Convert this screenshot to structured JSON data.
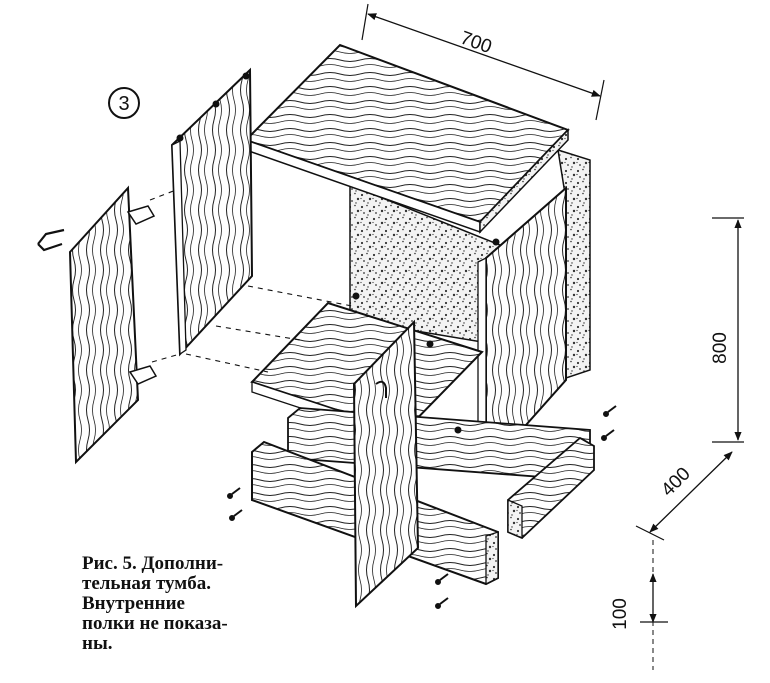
{
  "figure": {
    "number_badge": "3",
    "caption": [
      "Рис. 5. Дополни-",
      "тельная тумба.",
      "Внутренние",
      "полки не показа-",
      "ны."
    ]
  },
  "dimensions": {
    "width": "700",
    "height": "800",
    "depth": "400",
    "base_height": "100"
  },
  "colors": {
    "ink": "#111111",
    "paper": "#ffffff",
    "speckle": "#3a3a3a"
  }
}
